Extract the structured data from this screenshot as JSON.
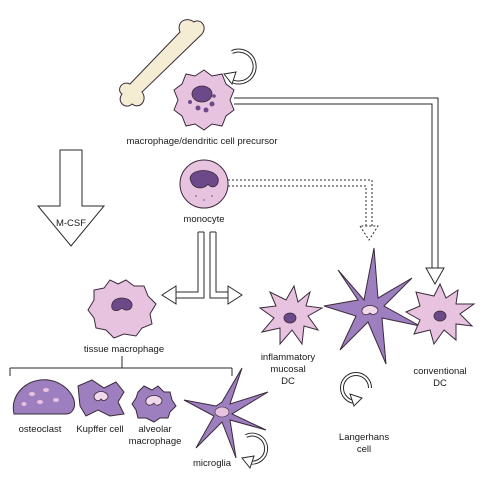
{
  "labels": {
    "precursor": "macrophage/dendritic cell precursor",
    "mcsf": "M-CSF",
    "monocyte": "monocyte",
    "tissue_macrophage": "tissue macrophage",
    "inflammatory_dc": [
      "inflammatory",
      "mucosal",
      "DC"
    ],
    "conventional_dc": [
      "conventional",
      "DC"
    ],
    "langerhans": [
      "Langerhans",
      "cell"
    ],
    "osteoclast": "osteoclast",
    "kupffer": "Kupffer cell",
    "alveolar": [
      "alveolar",
      "macrophage"
    ],
    "microglia": "microglia"
  },
  "colors": {
    "light_cell": "#e8c3e0",
    "dark_cell": "#9d7fbf",
    "nucleus": "#6c4a8a",
    "bone": "#f5edd3"
  }
}
